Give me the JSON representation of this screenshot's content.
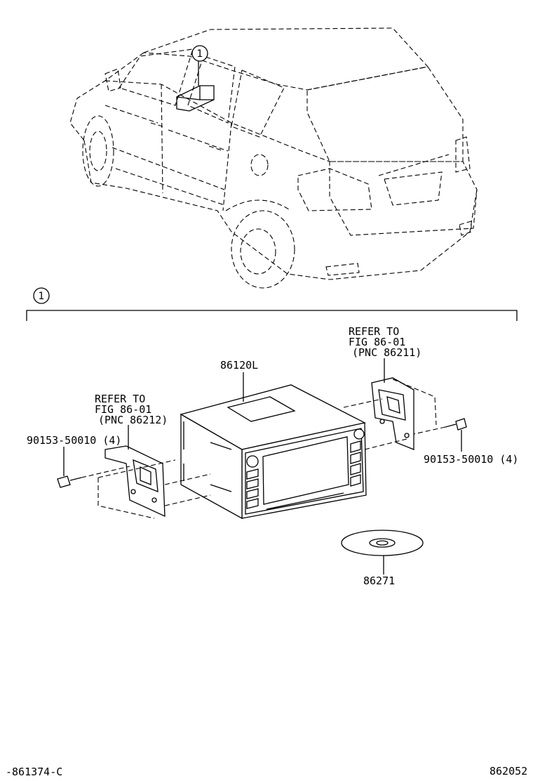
{
  "callout_marker": "1",
  "section_marker": "1",
  "parts": {
    "navigation_unit": "86120L",
    "disc": "86271",
    "left_bracket_ref": {
      "line1": "REFER TO",
      "line2": "FIG 86-01",
      "line3": "(PNC 86212)"
    },
    "right_bracket_ref": {
      "line1": "REFER TO",
      "line2": "FIG 86-01",
      "line3": "(PNC 86211)"
    },
    "left_screw": "90153-50010 (4)",
    "right_screw": "90153-50010 (4)"
  },
  "footer": {
    "left_code": "-861374-C",
    "right_code": "862052"
  }
}
